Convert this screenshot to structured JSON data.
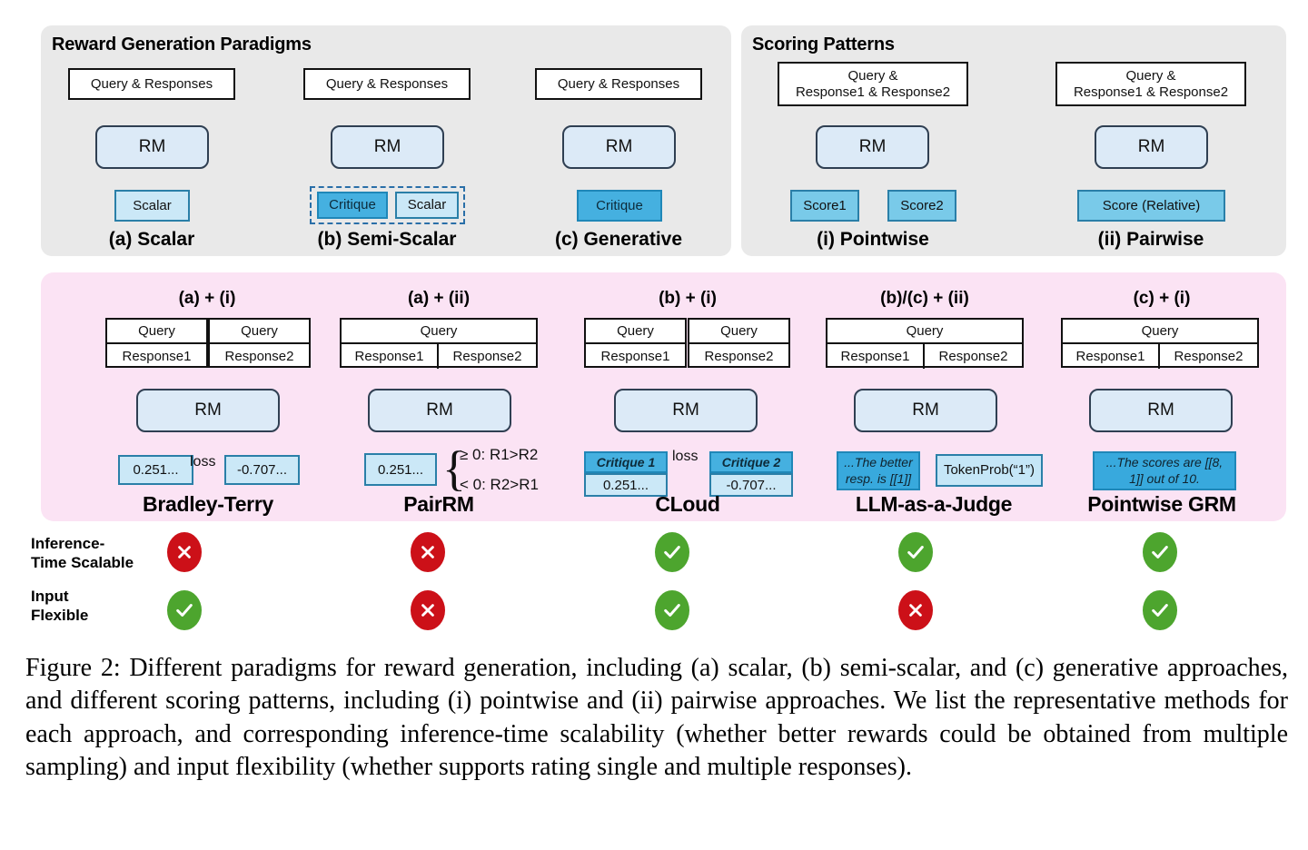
{
  "figure": {
    "caption": "Figure 2: Different paradigms for reward generation, including (a) scalar, (b) semi-scalar, and (c) generative approaches, and different scoring patterns, including (i) pointwise and (ii) pairwise approaches. We list the representative methods for each approach, and corresponding inference-time scalability (whether better rewards could be obtained from multiple sampling) and input flexibility (whether supports rating single and multiple responses)."
  },
  "panels": {
    "reward_generation": {
      "title": "Reward Generation Paradigms",
      "columns": [
        {
          "input": "Query & Responses",
          "model": "RM",
          "outputs": [
            "Scalar"
          ],
          "label": "(a) Scalar",
          "grouped": false
        },
        {
          "input": "Query & Responses",
          "model": "RM",
          "outputs": [
            "Critique",
            "Scalar"
          ],
          "label": "(b) Semi-Scalar",
          "grouped": true
        },
        {
          "input": "Query & Responses",
          "model": "RM",
          "outputs": [
            "Critique"
          ],
          "label": "(c) Generative",
          "grouped": false
        }
      ]
    },
    "scoring_patterns": {
      "title": "Scoring Patterns",
      "columns": [
        {
          "input_line1": "Query &",
          "input_line2": "Response1 & Response2",
          "model": "RM",
          "outputs": [
            "Score1",
            "Score2"
          ],
          "label": "(i) Pointwise"
        },
        {
          "input_line1": "Query &",
          "input_line2": "Response1 & Response2",
          "model": "RM",
          "outputs": [
            "Score (Relative)"
          ],
          "label": "(ii) Pairwise"
        }
      ]
    }
  },
  "methods": [
    {
      "combo": "(a) + (i)",
      "name": "Bradley-Terry",
      "inputs": [
        {
          "top": "Query",
          "bottom": "Response1"
        },
        {
          "top": "Query",
          "bottom": "Response2"
        }
      ],
      "model": "RM",
      "outputs": [
        "0.251...",
        "-0.707..."
      ],
      "edge_label": "loss"
    },
    {
      "combo": "(a) + (ii)",
      "name": "PairRM",
      "inputs": [
        {
          "top": "Query",
          "bottom_left": "Response1",
          "bottom_right": "Response2"
        }
      ],
      "model": "RM",
      "outputs": [
        "0.251..."
      ],
      "brace": [
        "≥ 0: R1>R2",
        "< 0: R2>R1"
      ]
    },
    {
      "combo": "(b) + (i)",
      "name": "CLoud",
      "inputs": [
        {
          "top": "Query",
          "bottom": "Response1"
        },
        {
          "top": "Query",
          "bottom": "Response2"
        }
      ],
      "model": "RM",
      "critiques": [
        "Critique 1",
        "Critique 2"
      ],
      "outputs": [
        "0.251...",
        "-0.707..."
      ],
      "edge_label": "loss"
    },
    {
      "combo": "(b)/(c) + (ii)",
      "name": "LLM-as-a-Judge",
      "inputs": [
        {
          "top": "Query",
          "bottom_left": "Response1",
          "bottom_right": "Response2"
        }
      ],
      "model": "RM",
      "generation": "...The better resp. is [[1]]",
      "token_prob": "TokenProb(“1”)"
    },
    {
      "combo": "(c) + (i)",
      "name": "Pointwise GRM",
      "inputs": [
        {
          "top": "Query",
          "bottom_left": "Response1",
          "bottom_right": "Response2"
        }
      ],
      "model": "RM",
      "generation": "...The scores are [[8, 1]] out of 10."
    }
  ],
  "matrix": {
    "rows": [
      {
        "label_line1": "Inference-",
        "label_line2": "Time Scalable",
        "values": [
          "no",
          "no",
          "ok",
          "ok",
          "ok"
        ]
      },
      {
        "label_line1": "Input",
        "label_line2": "Flexible",
        "values": [
          "ok",
          "no",
          "ok",
          "no",
          "ok"
        ]
      }
    ],
    "icons": {
      "ok": "check-icon",
      "no": "cross-icon"
    }
  },
  "colors": {
    "panel_gray": "#e9e9e9",
    "panel_pink": "#fbe3f4",
    "rm_fill": "#dceaf7",
    "scalar_fill": "#cbe8f7",
    "critique_fill": "#45b0e0",
    "score_fill": "#79cae9",
    "check_green": "#4da52e",
    "cross_red": "#cc1018"
  }
}
